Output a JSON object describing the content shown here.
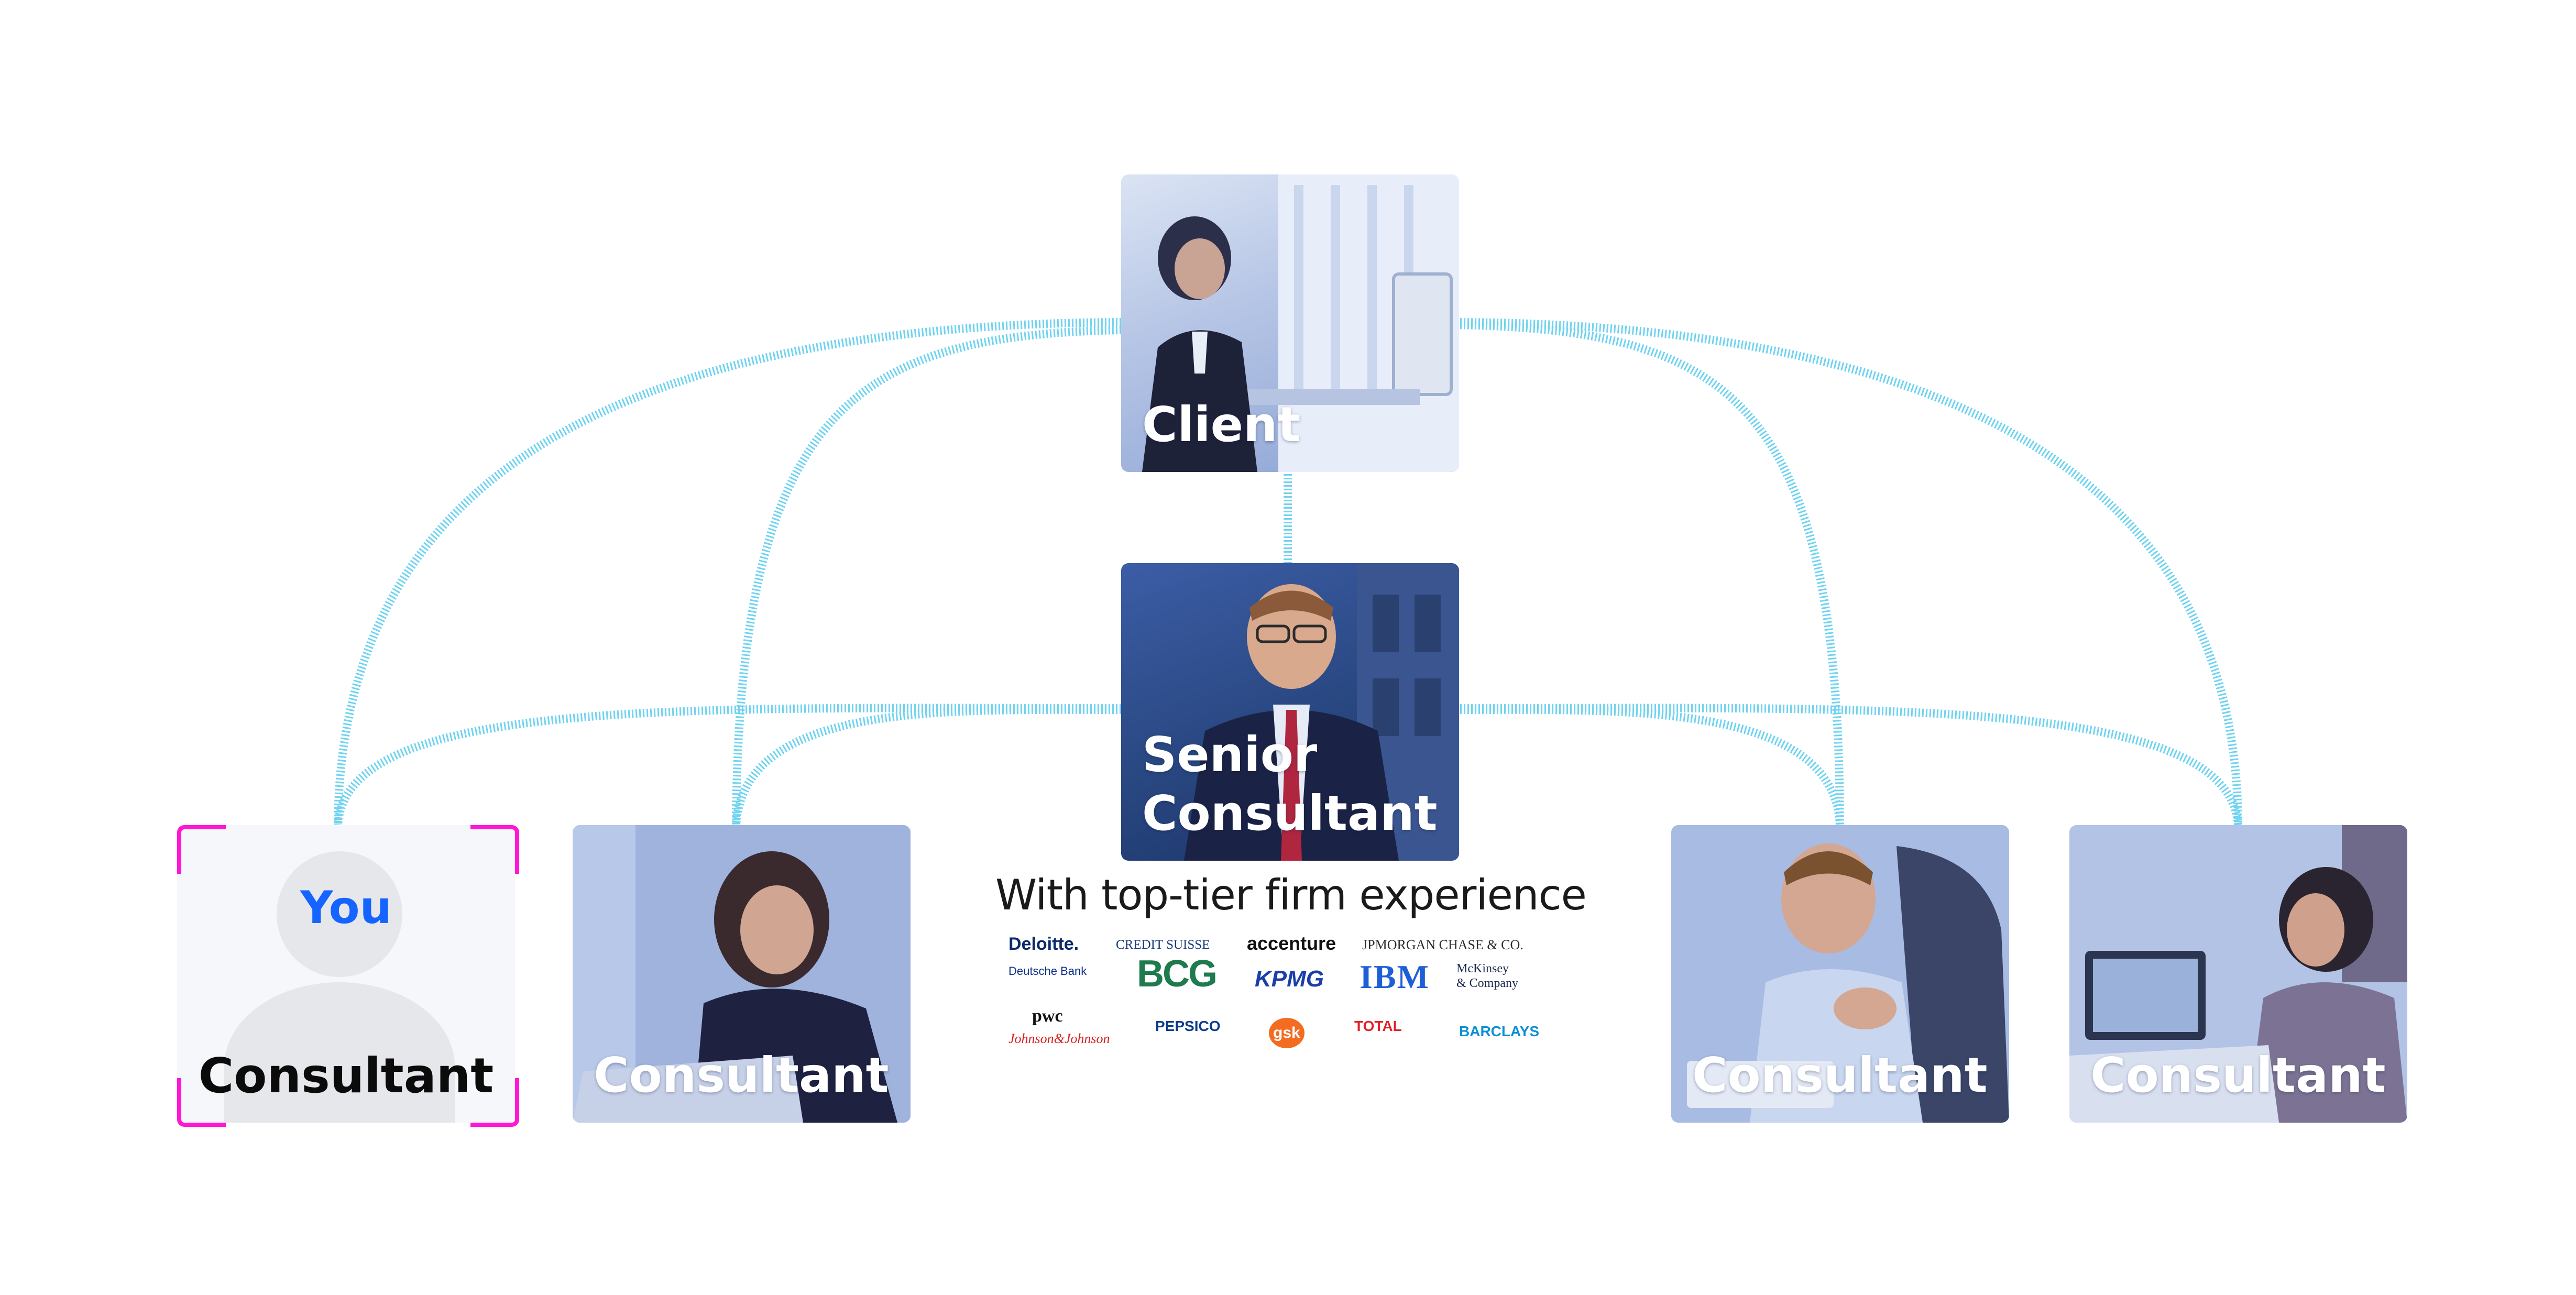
{
  "nodes": {
    "client": {
      "label": "Client"
    },
    "senior": {
      "label": "Senior\nConsultant"
    },
    "you": {
      "badge": "You",
      "label": "Consultant"
    },
    "consultant_1": {
      "label": "Consultant"
    },
    "consultant_2": {
      "label": "Consultant"
    },
    "consultant_3": {
      "label": "Consultant"
    }
  },
  "experience": {
    "heading": "With top-tier firm experience",
    "logos": [
      {
        "name": "Deloitte.",
        "color": "#0b2a6b"
      },
      {
        "name": "CREDIT SUISSE",
        "color": "#1b3a7a"
      },
      {
        "name": "accenture",
        "color": "#111111"
      },
      {
        "name": "JPMORGAN CHASE & CO.",
        "color": "#2b2b2b"
      },
      {
        "name": "Deutsche Bank",
        "color": "#0f2e8a"
      },
      {
        "name": "BCG",
        "color": "#1f7a4d"
      },
      {
        "name": "KPMG",
        "color": "#1a3fa8"
      },
      {
        "name": "IBM",
        "color": "#1f5fd6"
      },
      {
        "name": "McKinsey\n& Company",
        "color": "#1b2a4a"
      },
      {
        "name": "pwc",
        "color": "#111111"
      },
      {
        "name": "Johnson&Johnson",
        "color": "#d6201f"
      },
      {
        "name": "PEPSICO",
        "color": "#0d3c8c"
      },
      {
        "name": "gsk",
        "color": "#f36c21"
      },
      {
        "name": "TOTAL",
        "color": "#e2202a"
      },
      {
        "name": "BARCLAYS",
        "color": "#0a8fd6"
      }
    ]
  },
  "colors": {
    "connector": "#6fd3f0",
    "you_frame": "#ff17d5",
    "you_text": "#1664ff"
  }
}
